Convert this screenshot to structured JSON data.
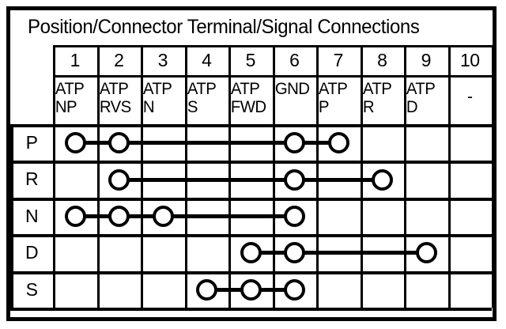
{
  "title": "Position/Connector Terminal/Signal Connections",
  "table": {
    "corner_label": "",
    "terminal_numbers": [
      "1",
      "2",
      "3",
      "4",
      "5",
      "6",
      "7",
      "8",
      "9",
      "10"
    ],
    "signal_names": [
      "ATP\nNP",
      "ATP\nRVS",
      "ATP\nN",
      "ATP\nS",
      "ATP\nFWD",
      "GND",
      "ATP\nP",
      "ATP\nR",
      "ATP\nD",
      "-"
    ],
    "row_labels": [
      "P",
      "R",
      "N",
      "D",
      "S"
    ],
    "rows": [
      {
        "label": "P",
        "nodes": [
          1,
          2,
          6,
          7
        ],
        "wire": [
          1,
          7
        ]
      },
      {
        "label": "R",
        "nodes": [
          2,
          6,
          8
        ],
        "wire": [
          2,
          8
        ]
      },
      {
        "label": "N",
        "nodes": [
          1,
          2,
          3,
          6
        ],
        "wire": [
          1,
          6
        ]
      },
      {
        "label": "D",
        "nodes": [
          5,
          6,
          9
        ],
        "wire": [
          5,
          9
        ]
      },
      {
        "label": "S",
        "nodes": [
          4,
          5,
          6
        ],
        "wire": [
          4,
          6
        ]
      }
    ]
  },
  "colors": {
    "ink": "#000000",
    "paper": "#ffffff"
  }
}
